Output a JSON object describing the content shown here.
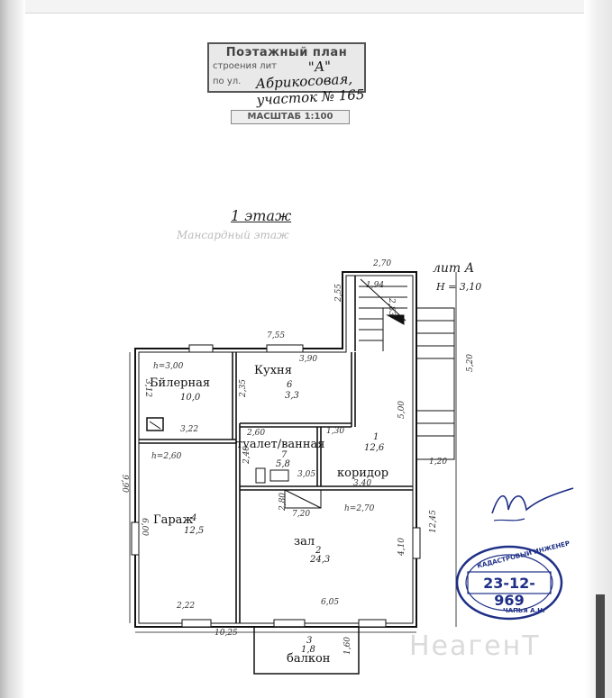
{
  "stamp": {
    "title": "Поэтажный план",
    "line1_prefix": "строения лит",
    "line1_handwritten": "\"А\"",
    "line2_prefix": "по ул.",
    "line2_handwritten": "Абрикосовая, участок № 165"
  },
  "scale": "МАСШТАБ 1:100",
  "floor_title": "1 этаж",
  "faint_text": "Мансардный этаж",
  "litera": "лит А",
  "litera_height": "H = 3,10",
  "rooms": {
    "boiler": {
      "name": "Бйлерная",
      "number": "10,0",
      "height": "h=3,00"
    },
    "kitchen": {
      "name": "Кухня",
      "number": "6",
      "area": "3,3"
    },
    "toilet": {
      "name": "туалет/ванная",
      "number": "7",
      "area": "5,8"
    },
    "corridor": {
      "name": "коридор",
      "number": "1",
      "area": "12,6"
    },
    "garage": {
      "name": "Гараж",
      "number": "4",
      "area": "12,5",
      "height": "h=2,60"
    },
    "hall": {
      "name": "зал",
      "number": "2",
      "area": "24,3",
      "height": "h=2,70"
    },
    "balcony": {
      "name": "балкон",
      "number": "3",
      "area": "1,8"
    }
  },
  "dimensions": {
    "d_270": "2,70",
    "d_755": "7,55",
    "d_390": "3,90",
    "d_255": "2,55",
    "d_520": "5,20",
    "d_500": "5,00",
    "d_120": "1,20",
    "d_1245": "12,45",
    "d_410": "4,10",
    "d_1025": "10,25",
    "d_605": "6,05",
    "d_222": "2,22",
    "d_990": "9,90",
    "d_600": "6,00",
    "d_322": "3,22",
    "d_260": "2,60",
    "d_130": "1,30",
    "d_340": "3,40",
    "d_305": "3,05",
    "d_720": "7,20",
    "d_160": "1,60",
    "d_312": "3,12",
    "d_235": "2,35",
    "d_240": "2,40",
    "d_194": "1,94",
    "d_280": "2,80",
    "d_283": "2,83"
  },
  "seal": {
    "top_text": "КАДАСТРОВЫЙ ИНЖЕНЕР",
    "number": "23-12-969",
    "bottom_text": "ЧАПЬЯ А.Н."
  },
  "watermark": "НеагенТ",
  "colors": {
    "seal": "#1e2f86",
    "lines": "#111111",
    "stamp_bg": "#e9e9e9"
  }
}
